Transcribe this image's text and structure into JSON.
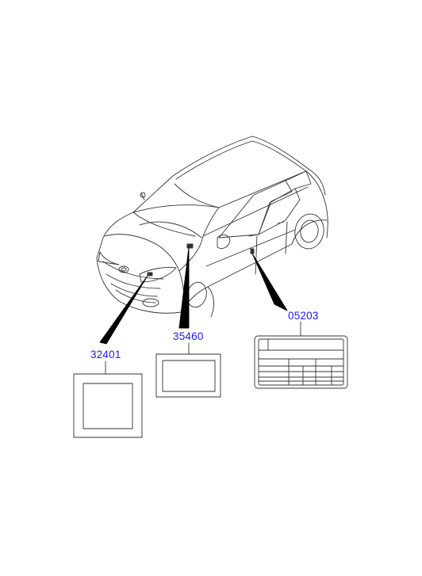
{
  "parts": [
    {
      "id": "label-32401",
      "number": "32401"
    },
    {
      "id": "label-35460",
      "number": "35460"
    },
    {
      "id": "label-05203",
      "number": "05203"
    }
  ],
  "colors": {
    "line": "#333333",
    "part_number": "#1a1aff",
    "background": "#ffffff"
  }
}
